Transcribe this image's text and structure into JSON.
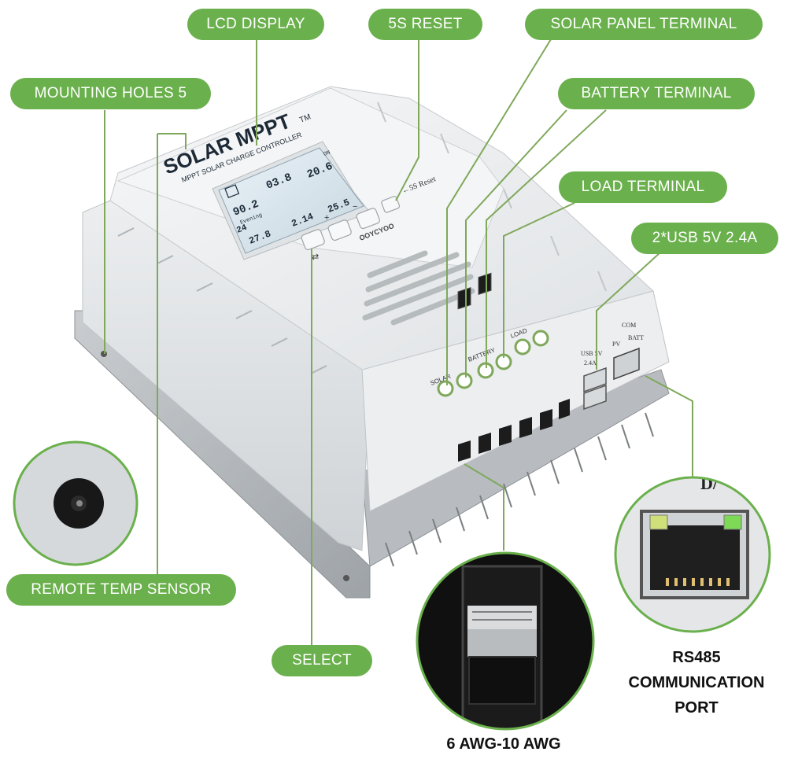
{
  "labels": {
    "lcd_display": "LCD DISPLAY",
    "reset_5s": "5S RESET",
    "solar_panel_terminal": "SOLAR PANEL TERMINAL",
    "mounting_holes": "MOUNTING HOLES 5",
    "battery_terminal": "BATTERY TERMINAL",
    "load_terminal": "LOAD TERMINAL",
    "usb": "2*USB 5V 2.4A",
    "remote_temp_sensor": "REMOTE TEMP SENSOR",
    "select": "SELECT"
  },
  "captions": {
    "awg": "6 AWG-10 AWG",
    "rs485_line1": "RS485",
    "rs485_line2": "COMMUNICATION",
    "rs485_line3": "PORT"
  },
  "device": {
    "brand_title": "SOLAR MPPT",
    "trademark": "TM",
    "subtitle": "MPPT SOLAR CHARGE CONTROLLER",
    "maker": "OOYCYOO",
    "reset_text": "←5S Reset",
    "button_marks": [
      "+",
      "−",
      "⇄"
    ],
    "terminal_labels": [
      "SOLAR",
      "BATTERY",
      "LOAD"
    ],
    "port_labels": [
      "USB 5V",
      "2.4A",
      "COM",
      "PV",
      "BATT"
    ],
    "rj45_corner_text": "D/"
  },
  "lcd": {
    "pv_voltage": "90.2",
    "batt_current": "03.8",
    "load_voltage": "20.6",
    "time_label": "Evening",
    "time_value": "24",
    "batt_voltage": "27.8",
    "val_a": "2.14",
    "val_b": "25.5",
    "indicator": "ON"
  },
  "colors": {
    "accent": "#6ab04c",
    "led_green": "#7ed957"
  }
}
